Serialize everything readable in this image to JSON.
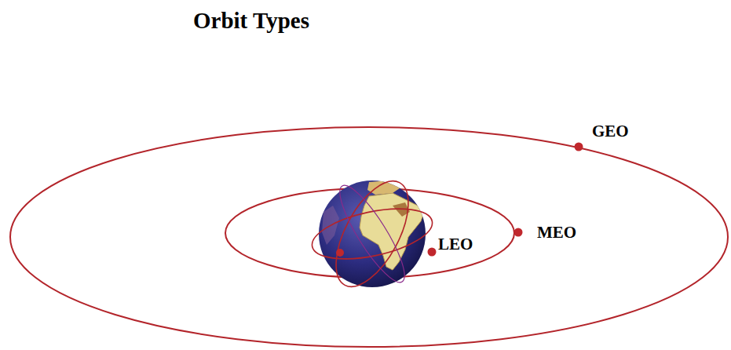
{
  "diagram": {
    "title": "Orbit Types",
    "labels": [
      "GEO",
      "MEO",
      "LEO"
    ]
  }
}
